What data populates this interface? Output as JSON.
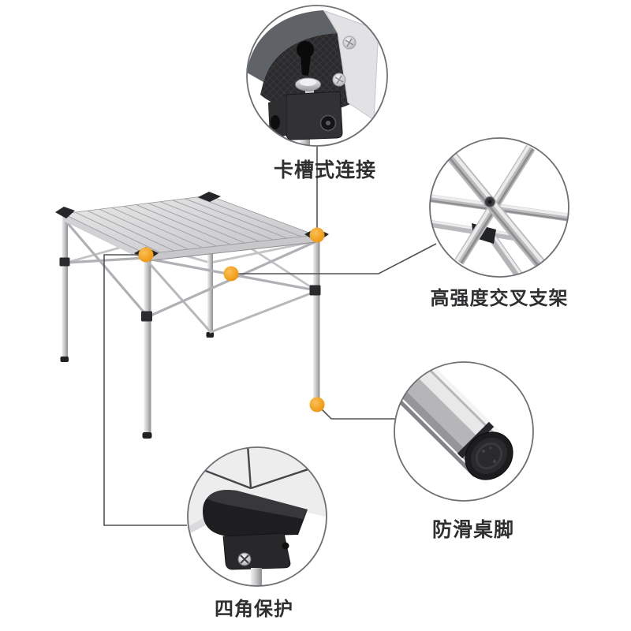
{
  "diagram": {
    "background_color": "#ffffff",
    "accent_color": "#F2A01E",
    "outline_color": "#6d7074",
    "label_color": "#2f2f32",
    "subject": "aluminum folding camping table feature diagram",
    "callouts": [
      {
        "id": "slot-connection",
        "label": "卡槽式连接"
      },
      {
        "id": "high-strength-cross-brace",
        "label": "高强度交叉支架"
      },
      {
        "id": "non-slip-table-foot",
        "label": "防滑桌脚"
      },
      {
        "id": "four-corner-protection",
        "label": "四角保护"
      }
    ]
  }
}
